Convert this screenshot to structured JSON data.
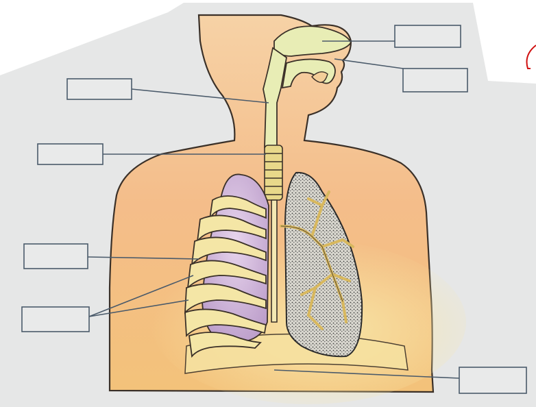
{
  "diagram": {
    "labels": [
      {
        "id": "nasal-cavity-label",
        "text": ""
      },
      {
        "id": "mouth-label",
        "text": ""
      },
      {
        "id": "pharynx-label",
        "text": ""
      },
      {
        "id": "trachea-label",
        "text": ""
      },
      {
        "id": "lung-label",
        "text": ""
      },
      {
        "id": "ribs-label",
        "text": ""
      },
      {
        "id": "diaphragm-label",
        "text": ""
      }
    ],
    "margin_mark": "ᒥ"
  },
  "colors": {
    "page": "#f7f7f5",
    "background": "#e3e4e4",
    "skin": "#f3c089",
    "skin_light": "#f7e2a6",
    "airway": "#e9efb8",
    "lung_left": "#cdb2d6",
    "lung_right_dots": "#404040",
    "bronchi": "#e2c36c",
    "outline": "#3a3028",
    "label_box": "#4a5a6a",
    "mark": "#d01010"
  }
}
